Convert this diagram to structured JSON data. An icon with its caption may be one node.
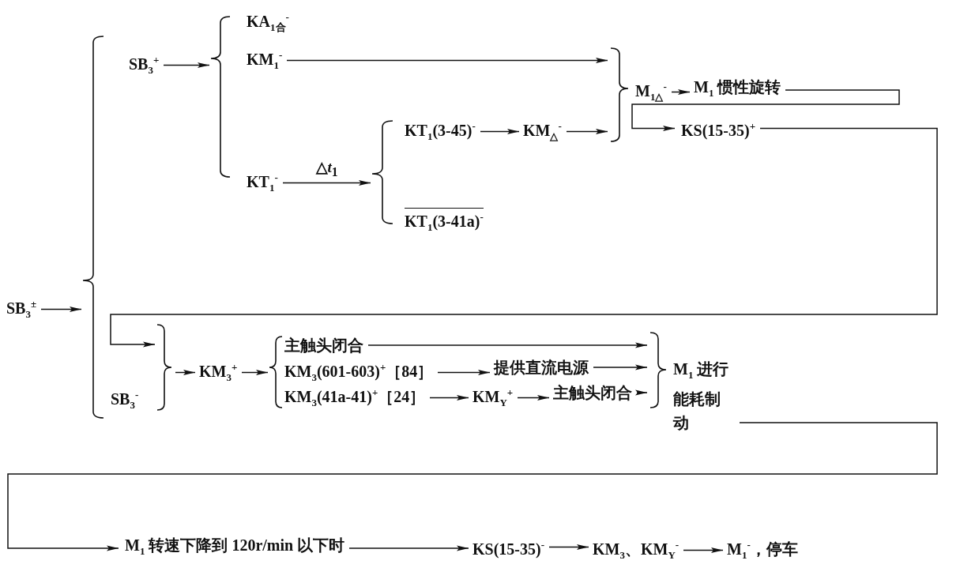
{
  "diagram": {
    "nodes": [
      {
        "text": [
          "SB$_{3}$$^{±}$"
        ]
      },
      {
        "text": [],
        "shape": "brace"
      },
      {
        "text": [
          "SB$_{3}$$^{+}$"
        ]
      },
      {
        "text": [],
        "shape": "brace"
      },
      {
        "text": [
          "KA$_{1合}$$^{-}$"
        ]
      },
      {
        "text": [
          "KM$_{1}$$^{-}$"
        ]
      },
      {
        "text": [
          "KT$_{1}$$^{-}$"
        ]
      },
      {
        "text": [],
        "shape": "brace"
      },
      {
        "text": [
          "KT$_{1}$(3-45)$^{-}$"
        ]
      },
      {
        "text": [
          "KM$_{△}$$^{-}$"
        ]
      },
      {
        "text": [
          "KT$_{1}$(3-41a)$^{-}$"
        ]
      },
      {
        "text": [],
        "shape": "brace"
      },
      {
        "text": [
          "M$_{1△}$$^{-}$"
        ]
      },
      {
        "text": [
          "M$_{1}$ 惯性旋转"
        ]
      },
      {
        "text": [
          "KS(15-35)$^{+}$"
        ]
      },
      {
        "text": [
          "SB$_{3}$$^{-}$"
        ]
      },
      {
        "text": [],
        "shape": "brace"
      },
      {
        "text": [
          "KM$_{3}$$^{+}$"
        ]
      },
      {
        "text": [],
        "shape": "brace"
      },
      {
        "text": [
          "主触头闭合"
        ]
      },
      {
        "text": [
          "KM$_{3}$(601-603)$^{+}$［84］"
        ]
      },
      {
        "text": [
          "提供直流电源"
        ]
      },
      {
        "text": [
          "KM$_{3}$(41a-41)$^{+}$［24］"
        ]
      },
      {
        "text": [
          "KM$_{Y}$$^{+}$"
        ]
      },
      {
        "text": [
          "主触头闭合"
        ]
      },
      {
        "text": [],
        "shape": "brace"
      },
      {
        "text": [
          "M$_{1}$ 进行能耗制动"
        ]
      },
      {
        "text": [
          "M$_{1}$ 转速下降到 120r/min 以下时"
        ]
      },
      {
        "text": [
          "KS(15-35)$^{-}$"
        ]
      },
      {
        "text": [
          "KM$_{3}$、KM$_{Y}$$^{-}$"
        ]
      },
      {
        "text": [
          "M$_{1}$$^{-}$，停车"
        ]
      }
    ],
    "edges": [
      {
        "from": 0,
        "to": 1,
        "arrow": "to"
      },
      {
        "from": 2,
        "to": 3,
        "arrow": "to"
      },
      {
        "from": 5,
        "to": 11,
        "arrow": "to"
      },
      {
        "from": 6,
        "to": 7,
        "arrow": "to",
        "label": "△*t*$_{1}$"
      },
      {
        "from": 8,
        "to": 9,
        "arrow": "to"
      },
      {
        "from": 9,
        "to": 11,
        "arrow": "to"
      },
      {
        "from": 12,
        "to": 13,
        "arrow": "to"
      },
      {
        "from": 13,
        "to": 14,
        "arrow": "to"
      },
      {
        "from": 14,
        "to": 16,
        "arrow": "to"
      },
      {
        "from": 16,
        "to": 17,
        "arrow": "to"
      },
      {
        "from": 17,
        "to": 18,
        "arrow": "to"
      },
      {
        "from": 19,
        "to": 25,
        "arrow": "to"
      },
      {
        "from": 20,
        "to": 21,
        "arrow": "to"
      },
      {
        "from": 21,
        "to": 25,
        "arrow": "to"
      },
      {
        "from": 22,
        "to": 23,
        "arrow": "to"
      },
      {
        "from": 23,
        "to": 24,
        "arrow": "to"
      },
      {
        "from": 24,
        "to": 25,
        "arrow": "to"
      },
      {
        "from": 26,
        "to": 27,
        "arrow": "to"
      },
      {
        "from": 27,
        "to": 28,
        "arrow": "to"
      },
      {
        "from": 28,
        "to": 29,
        "arrow": "to"
      },
      {
        "from": 29,
        "to": 30,
        "arrow": "to"
      }
    ]
  }
}
